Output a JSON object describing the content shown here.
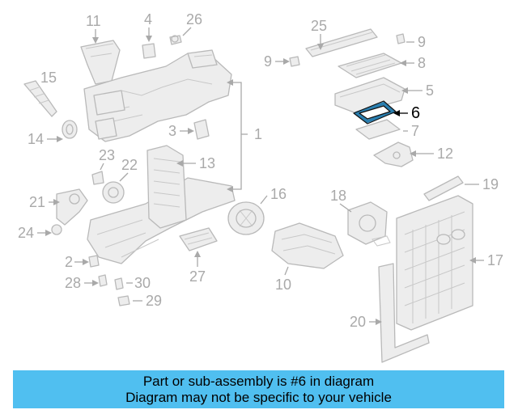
{
  "callouts": {
    "c1": "1",
    "c2": "2",
    "c3": "3",
    "c4": "4",
    "c5": "5",
    "c6": "6",
    "c7": "7",
    "c8": "8",
    "c9a": "9",
    "c9b": "9",
    "c10": "10",
    "c11": "11",
    "c12": "12",
    "c13": "13",
    "c14": "14",
    "c15": "15",
    "c16": "16",
    "c17": "17",
    "c18": "18",
    "c19": "19",
    "c20": "20",
    "c21": "21",
    "c22": "22",
    "c23": "23",
    "c24": "24",
    "c25": "25",
    "c26": "26",
    "c27": "27",
    "c28": "28",
    "c29": "29",
    "c30": "30"
  },
  "highlighted_part": "6",
  "colors": {
    "highlight": "#2a7fb0",
    "banner": "#50bff0",
    "parts": "#b9b9b9"
  },
  "banner": {
    "line1": "Part or sub-assembly is #6 in diagram",
    "line2": "Diagram may not be specific to your vehicle"
  }
}
